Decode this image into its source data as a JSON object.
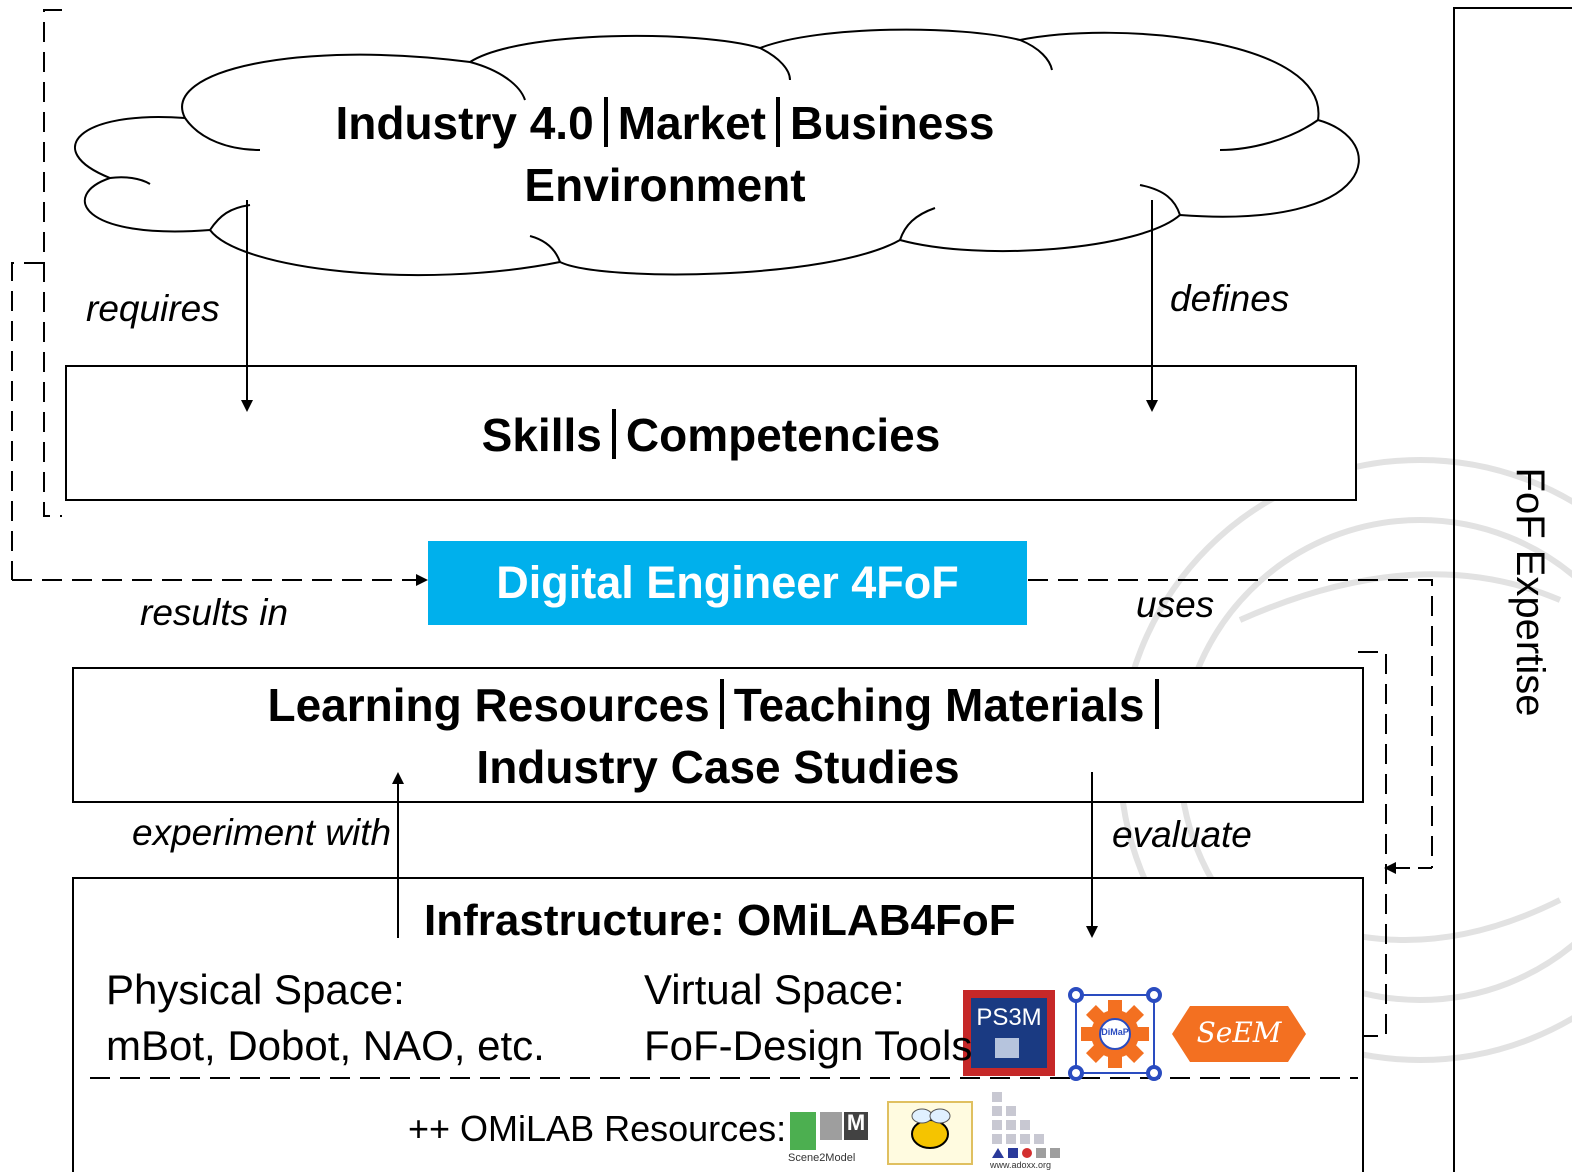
{
  "cloud": {
    "line1_a": "Industry 4.0",
    "line1_b": "Market",
    "line1_c": "Business",
    "line2": "Environment"
  },
  "skills": {
    "a": "Skills",
    "b": "Competencies"
  },
  "engineer": {
    "label": "Digital Engineer 4FoF",
    "color": "#00B0EC"
  },
  "edges": {
    "requires": "requires",
    "defines": "defines",
    "results_in": "results in",
    "uses": "uses",
    "experiment_with": "experiment with",
    "evaluate": "evaluate"
  },
  "learning": {
    "a": "Learning Resources",
    "b": "Teaching Materials",
    "line2": "Industry Case Studies"
  },
  "infrastructure": {
    "title": "Infrastructure: OMiLAB4FoF",
    "physical_label": "Physical Space:",
    "physical_items": "mBot, Dobot, NAO, etc.",
    "virtual_label": "Virtual Space:",
    "virtual_items": "FoF-Design Tools",
    "resources_label": "++ OMiLAB Resources:"
  },
  "logos": {
    "ps3m": "PS3M",
    "dimap": "DiMaP",
    "seem": "SeEM",
    "scene2model": "Scene2Model",
    "s2m_mark": "M",
    "adoxx": "www.adoxx.org"
  },
  "side": {
    "label": "FoF Expertise"
  }
}
